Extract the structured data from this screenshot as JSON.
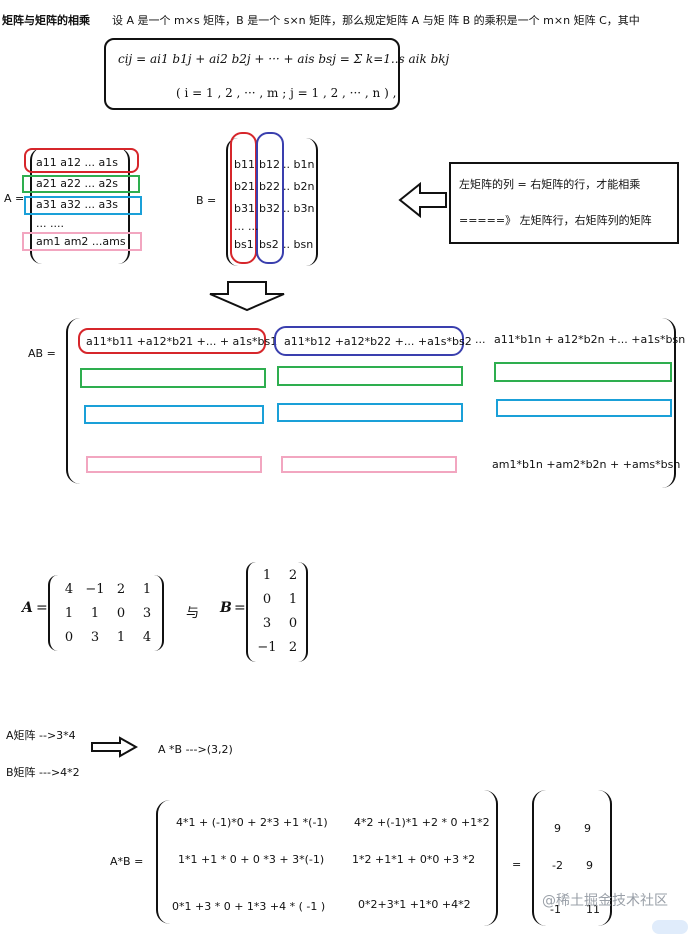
{
  "title": "矩阵与矩阵的相乘",
  "intro": "设 A 是一个 m×s 矩阵，B 是一个 s×n 矩阵，那么规定矩阵 A 与矩 阵 B 的乘积是一个 m×n 矩阵 C，其中",
  "formula": {
    "line1": "cij = ai1 b1j + ai2 b2j + ··· + ais bsj = Σ k=1..s aik bkj",
    "line2": "( i = 1 , 2 , ··· , m ;  j = 1 , 2 , ··· , n ) ,",
    "sum_top": "s",
    "sum_bottom": "k = 1",
    "sum_term": "aik bkj"
  },
  "matrixA": {
    "label": "A =",
    "rows": [
      "a11 a12  ...   a1s",
      "a21 a22  ... a2s",
      "a31 a32  ...  a3s",
      "...    ....",
      "am1 am2 ...ams"
    ]
  },
  "matrixB": {
    "label": "B =",
    "cols": [
      [
        "b11",
        "b21",
        "b31",
        "... ...",
        "bs1"
      ],
      [
        "b12",
        "b22",
        "b32",
        "",
        "bs2"
      ],
      [
        ".. b1n",
        ".. b2n",
        ".. b3n",
        "",
        ".. bsn"
      ]
    ]
  },
  "note": {
    "line1": "左矩阵的列 = 右矩阵的行，才能相乘",
    "line2": "=====》 左矩阵行，右矩阵列的矩阵"
  },
  "AB": {
    "label": "AB  =",
    "r1c1": "a11*b11 +a12*b21 +... + a1s*bs1",
    "r1c2": "a11*b12 +a12*b22 +... +a1s*bs2",
    "dots": "...",
    "r1cn": "a11*b1n + a12*b2n +... +a1s*bsn",
    "rmcn": "am1*b1n +am2*b2n + +ams*bsn"
  },
  "example": {
    "A_label": "A",
    "eq": "=",
    "A": [
      [
        "4",
        "−1",
        "2",
        "1"
      ],
      [
        "1",
        "1",
        "0",
        "3"
      ],
      [
        "0",
        "3",
        "1",
        "4"
      ]
    ],
    "yu": "与",
    "B_label": "B",
    "B": [
      [
        "1",
        "2"
      ],
      [
        "0",
        "1"
      ],
      [
        "3",
        "0"
      ],
      [
        "−1",
        "2"
      ]
    ]
  },
  "dims": {
    "a": "A矩阵 -->3*4",
    "b": "B矩阵 --->4*2",
    "result": "A *B --->(3,2)"
  },
  "product": {
    "label": "A*B =",
    "cells": [
      [
        "4*1 + (-1)*0 + 2*3 +1 *(-1)",
        "4*2 +(-1)*1 +2 * 0 +1*2"
      ],
      [
        "1*1 +1 * 0 + 0 *3 + 3*(-1)",
        "1*2 +1*1 + 0*0 +3 *2"
      ],
      [
        "0*1 +3 * 0 + 1*3 +4 * ( -1 )",
        "0*2+3*1 +1*0 +4*2"
      ]
    ],
    "eq": "=",
    "result": [
      [
        "9",
        "9"
      ],
      [
        "-2",
        "9"
      ],
      [
        "-1",
        "11"
      ]
    ]
  },
  "watermark": "@稀土掘金技术社区",
  "colors": {
    "red": "#d6262b",
    "blue": "#3a3fae",
    "green": "#2eae4f",
    "cyan": "#1aa0d8",
    "pink": "#f2a6c0"
  }
}
